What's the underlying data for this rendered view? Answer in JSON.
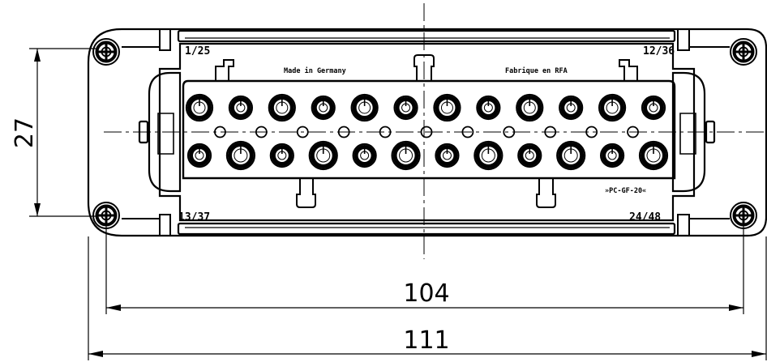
{
  "drawing": {
    "dimension_height": "27",
    "dimension_inner_width": "104",
    "dimension_outer_width": "111"
  },
  "labels": {
    "top_left": "1/25",
    "top_right": "12/36",
    "bottom_left": "13/37",
    "bottom_right": "24/48",
    "made_in": "Made in Germany",
    "fabrique": "Fabrique en RFA",
    "material": "»PC-GF-20«"
  },
  "connector": {
    "contacts_per_row": 12,
    "rows": 2,
    "mounting_screws": 4
  }
}
